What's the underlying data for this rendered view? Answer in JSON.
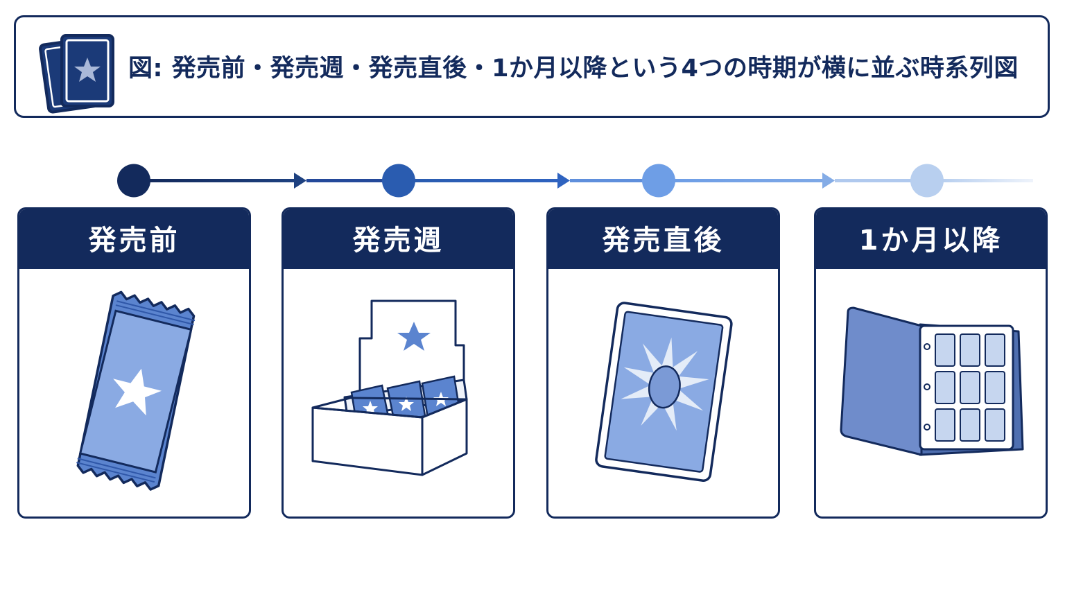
{
  "title": "図: 発売前・発売週・発売直後・1か月以降という4つの時期が横に並ぶ時系列図",
  "icons": {
    "title_icon": "trading-cards-icon",
    "stage1": "booster-pack-icon",
    "stage2": "booster-box-icon",
    "stage3": "holo-card-icon",
    "stage4": "card-binder-icon"
  },
  "colors": {
    "navy": "#132a5c",
    "blue": "#2a5cb0",
    "light_blue": "#6e9ee6",
    "pale_blue": "#b8cfef"
  },
  "stages": [
    {
      "label": "発売前",
      "dot_color": "#132a5c"
    },
    {
      "label": "発売週",
      "dot_color": "#2a5cb0"
    },
    {
      "label": "発売直後",
      "dot_color": "#6e9ee6"
    },
    {
      "label": "1か月以降",
      "dot_color": "#b8cfef"
    }
  ]
}
